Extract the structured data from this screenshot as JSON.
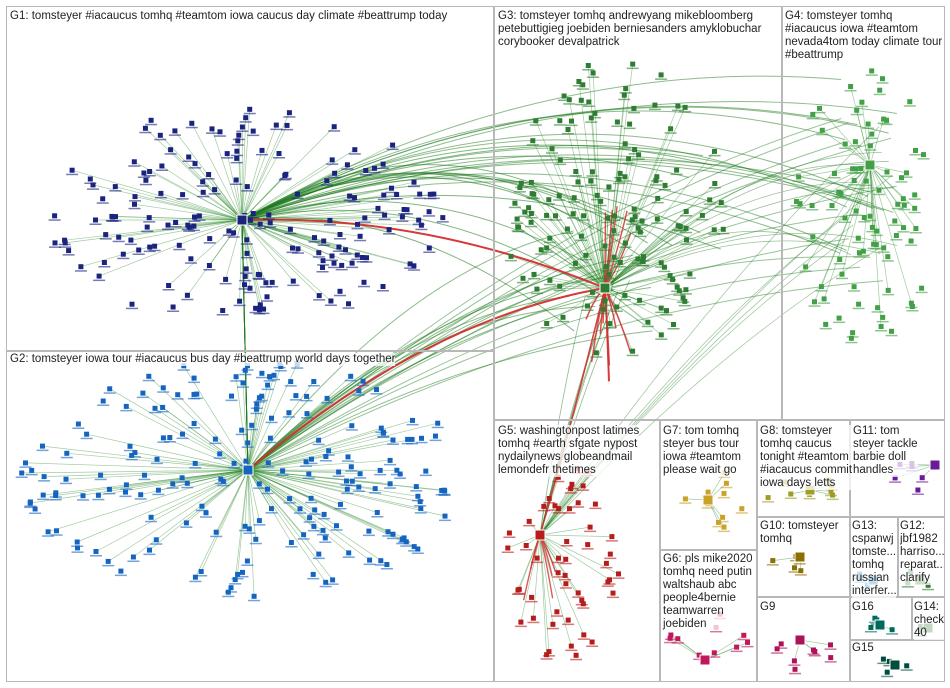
{
  "groups": [
    {
      "id": "G1",
      "label": "G1: tomsteyer #iacaucus tomhq #teamtom iowa caucus day climate #beattrump today",
      "color": "#1a237e"
    },
    {
      "id": "G3",
      "label": "G3: tomsteyer tomhq andrewyang mikebloomberg\npetebuttigieg joebiden berniesanders amyklobuchar\ncorybooker devalpatrick",
      "color": "#2e7d32"
    },
    {
      "id": "G4",
      "label": "G4: tomsteyer tomhq\n#iacaucus iowa #teamtom\nnevada4tom today climate tour\n#beattrump",
      "color": "#43a047"
    },
    {
      "id": "G2",
      "label": "G2: tomsteyer iowa tour #iacaucus bus day #beattrump world days together",
      "color": "#1565c0"
    },
    {
      "id": "G5",
      "label": "G5: washingtonpost latimes\ntomhq #earth sfgate nypost\nnydailynews globeandmail\nlemondefr thetimes",
      "color": "#b71c1c"
    },
    {
      "id": "G7",
      "label": "G7: tom tomhq\nsteyer bus tour\niowa #teamtom\nplease wait go",
      "color": "#c9a227"
    },
    {
      "id": "G8",
      "label": "G8: tomsteyer\ntomhq caucus\ntonight #teamtom\n#iacaucus commit\niowa days letts",
      "color": "#9e9d24"
    },
    {
      "id": "G11",
      "label": "G11: tom\nsteyer tackle\nbarbie doll\nhandles",
      "color": "#6a1b9a"
    },
    {
      "id": "G10",
      "label": "G10: tomsteyer\ntomhq",
      "color": "#8d6e00"
    },
    {
      "id": "G13",
      "label": "G13:\ncspanwj\ntomste...\ntomhq\nrussian\ninterfer...",
      "color": "#0277bd"
    },
    {
      "id": "G12",
      "label": "G12:\njbf1982\nharriso...\nreparat...\nclarify",
      "color": "#2e7d32"
    },
    {
      "id": "G6",
      "label": "G6: pls mike2020\ntomhq need putin\nwaltshaub abc\npeople4bernie\nteamwarren\njoebiden",
      "color": "#c2185b"
    },
    {
      "id": "G9",
      "label": "G9",
      "color": "#ad1457"
    },
    {
      "id": "G16",
      "label": "G16",
      "color": "#00695c"
    },
    {
      "id": "G14",
      "label": "G14:\ncheck\n40",
      "color": "#1b5e20"
    },
    {
      "id": "G15",
      "label": "G15",
      "color": "#004d40"
    }
  ]
}
